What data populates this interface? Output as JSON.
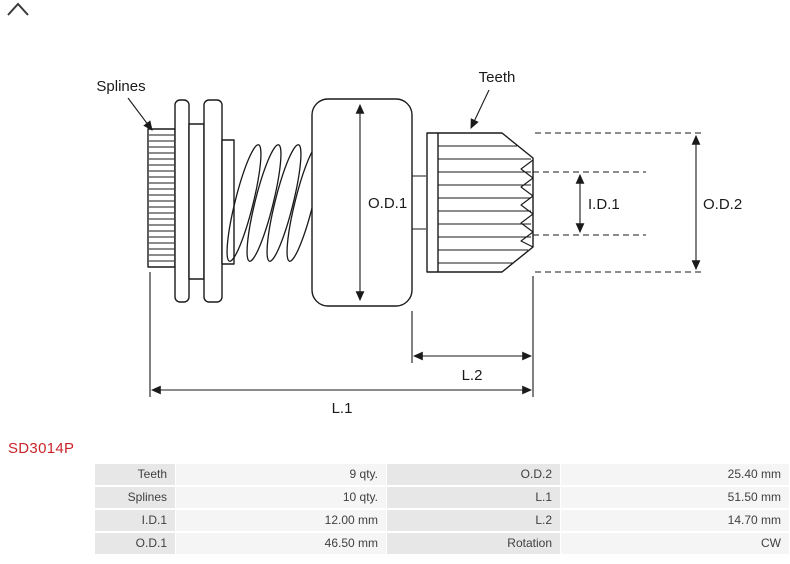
{
  "part_number": "SD3014P",
  "drawing": {
    "callouts": {
      "splines": "Splines",
      "teeth": "Teeth"
    },
    "dimensions": {
      "od1": "O.D.1",
      "id1": "I.D.1",
      "od2": "O.D.2",
      "l1": "L.1",
      "l2": "L.2"
    }
  },
  "spec_table": {
    "rows": [
      {
        "label_left": "Teeth",
        "value_left": "9 qty.",
        "label_right": "O.D.2",
        "value_right": "25.40 mm"
      },
      {
        "label_left": "Splines",
        "value_left": "10 qty.",
        "label_right": "L.1",
        "value_right": "51.50 mm"
      },
      {
        "label_left": "I.D.1",
        "value_left": "12.00 mm",
        "label_right": "L.2",
        "value_right": "14.70 mm"
      },
      {
        "label_left": "O.D.1",
        "value_left": "46.50 mm",
        "label_right": "Rotation",
        "value_right": "CW"
      }
    ]
  },
  "colors": {
    "part_number": "#C9252B",
    "table_label_bg": "#E7E7E7",
    "table_value_bg": "#F5F5F5",
    "table_text": "#3F3F3F",
    "line": "#1A1A1A"
  }
}
